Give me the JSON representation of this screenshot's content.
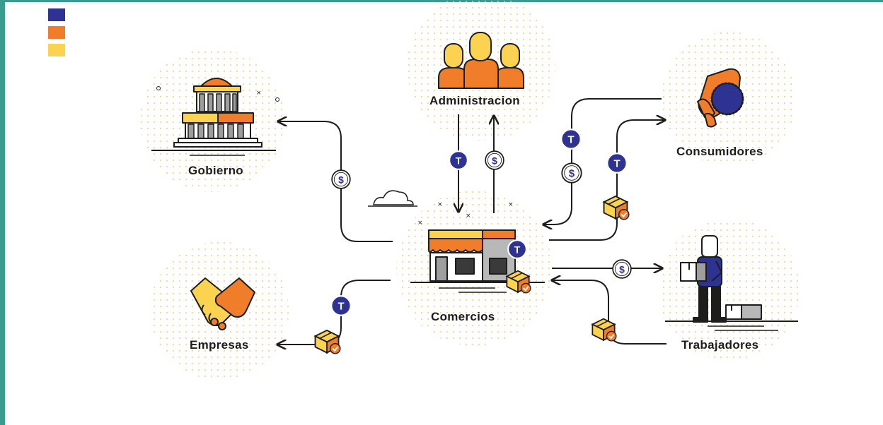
{
  "colors": {
    "navy": "#2e3290",
    "orange": "#f07d2a",
    "yellow": "#fcd351",
    "ink": "#1d1d1b",
    "teal": "#3a9b8e",
    "dots": "#f5d88b"
  },
  "legend": [
    {
      "color": "#2e3290"
    },
    {
      "color": "#f07d2a"
    },
    {
      "color": "#fcd351"
    }
  ],
  "nodes": {
    "gobierno": {
      "label": "Gobierno",
      "icon": "government-building-icon"
    },
    "administracion": {
      "label": "Administracion",
      "icon": "people-group-icon"
    },
    "consumidores": {
      "label": "Consumidores",
      "icon": "hand-with-coin-icon"
    },
    "comercios": {
      "label": "Comercios",
      "icon": "storefront-icon"
    },
    "empresas": {
      "label": "Empresas",
      "icon": "handshake-icon"
    },
    "trabajadores": {
      "label": "Trabajadores",
      "icon": "worker-with-box-icon"
    }
  },
  "badges": {
    "token": "T",
    "money": "$"
  }
}
